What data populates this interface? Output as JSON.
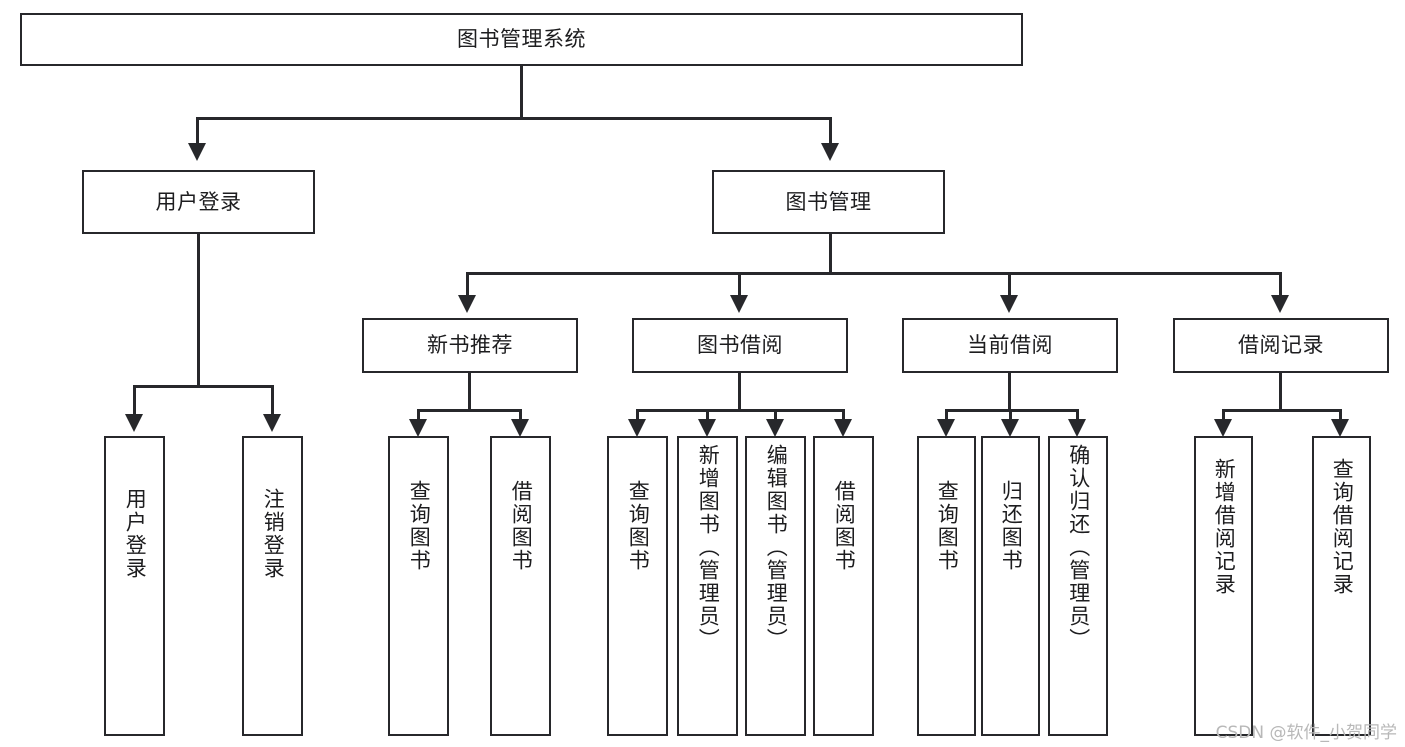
{
  "diagram": {
    "title": "图书管理系统",
    "type": "hierarchy-tree",
    "root": {
      "label": "图书管理系统"
    },
    "level2": [
      {
        "label": "用户登录"
      },
      {
        "label": "图书管理"
      }
    ],
    "level3": [
      {
        "label": "新书推荐"
      },
      {
        "label": "图书借阅"
      },
      {
        "label": "当前借阅"
      },
      {
        "label": "借阅记录"
      }
    ],
    "leaves": {
      "user_login": [
        {
          "label": "用户登录"
        },
        {
          "label": "注销登录"
        }
      ],
      "new_book_recommend": [
        {
          "label": "查询图书"
        },
        {
          "label": "借阅图书"
        }
      ],
      "book_borrow": [
        {
          "label": "查询图书"
        },
        {
          "label": "新增图书（管理员）"
        },
        {
          "label": "编辑图书（管理员）"
        },
        {
          "label": "借阅图书"
        }
      ],
      "current_borrow": [
        {
          "label": "查询图书"
        },
        {
          "label": "归还图书"
        },
        {
          "label": "确认归还（管理员）"
        }
      ],
      "borrow_record": [
        {
          "label": "新增借阅记录"
        },
        {
          "label": "查询借阅记录"
        }
      ]
    }
  },
  "watermark": {
    "text": "CSDN @软件_小贺同学"
  },
  "colors": {
    "stroke": "#27282b",
    "text": "#1d1d1f",
    "background": "#ffffff",
    "watermark": "#b8b8b8"
  }
}
